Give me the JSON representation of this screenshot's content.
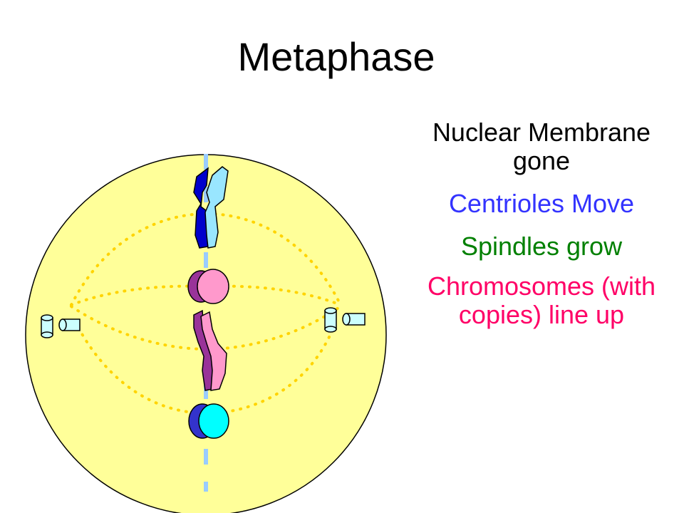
{
  "slide": {
    "title": "Metaphase"
  },
  "notes": {
    "membrane": "Nuclear Membrane gone",
    "centrioles": "Centrioles Move",
    "spindles": "Spindles grow",
    "chromosomes": "Chromosomes (with copies) line up"
  },
  "colors": {
    "cell_fill": "#FFFF99",
    "spindle_fiber": "#FFD400",
    "metaphase_plate": "#99CCFF",
    "centriole": "#CCFFFF",
    "membrane_note": "#000000",
    "centrioles_note": "#3333FF",
    "spindles_note": "#008000",
    "chromosomes_note": "#FF0066",
    "chromosome_light_blue": "#99E6FF",
    "chromosome_dark_blue": "#0000CC",
    "chromosome_pink": "#FF99CC",
    "chromosome_purple": "#993399",
    "chromosome_cyan": "#00FFFF",
    "chromosome_navy": "#3333CC"
  }
}
